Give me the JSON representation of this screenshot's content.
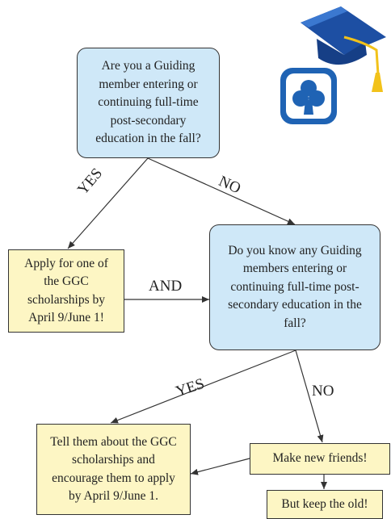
{
  "nodes": {
    "q1": "Are you a Guiding member entering or continuing full-time post-secondary education in the fall?",
    "apply": "Apply for one of the GGC scholarships by April 9/June 1!",
    "q2": "Do you know any Guiding members entering or continuing full-time post-secondary education in the fall?",
    "tell": "Tell them about the GGC scholarships and encourage them to apply by April 9/June 1.",
    "friends": "Make new friends!",
    "keep": "But keep the old!"
  },
  "labels": {
    "yes1": "YES",
    "no1": "NO",
    "and": "AND",
    "yes2": "YES",
    "no2": "NO"
  },
  "colors": {
    "question_fill": "#cfe8f8",
    "answer_fill": "#fdf6c4",
    "logo_blue": "#1f63b4",
    "cap_blue": "#1d4fa3",
    "tassel": "#f2c21a"
  },
  "icons": [
    "graduation-cap-icon",
    "trefoil-logo-icon"
  ]
}
